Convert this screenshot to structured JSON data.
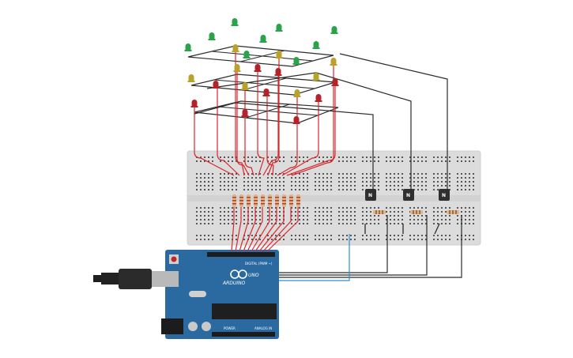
{
  "board": {
    "name": "UNO",
    "brand": "ARDUINO",
    "digital_label": "DIGITAL (PWM ~)",
    "power_label": "POWER",
    "analog_label": "ANALOG IN"
  },
  "transistors": [
    {
      "label": "N"
    },
    {
      "label": "N"
    },
    {
      "label": "N"
    }
  ],
  "colors": {
    "breadboard": "#dcdcdc",
    "arduino": "#2a6aa0",
    "led_green": "#2aa34a",
    "led_yellow": "#b8a22a",
    "led_red": "#b5232a",
    "wire_red": "#d9262b",
    "wire_dark": "#2b2b2b",
    "wire_blue": "#2d8fd0"
  }
}
